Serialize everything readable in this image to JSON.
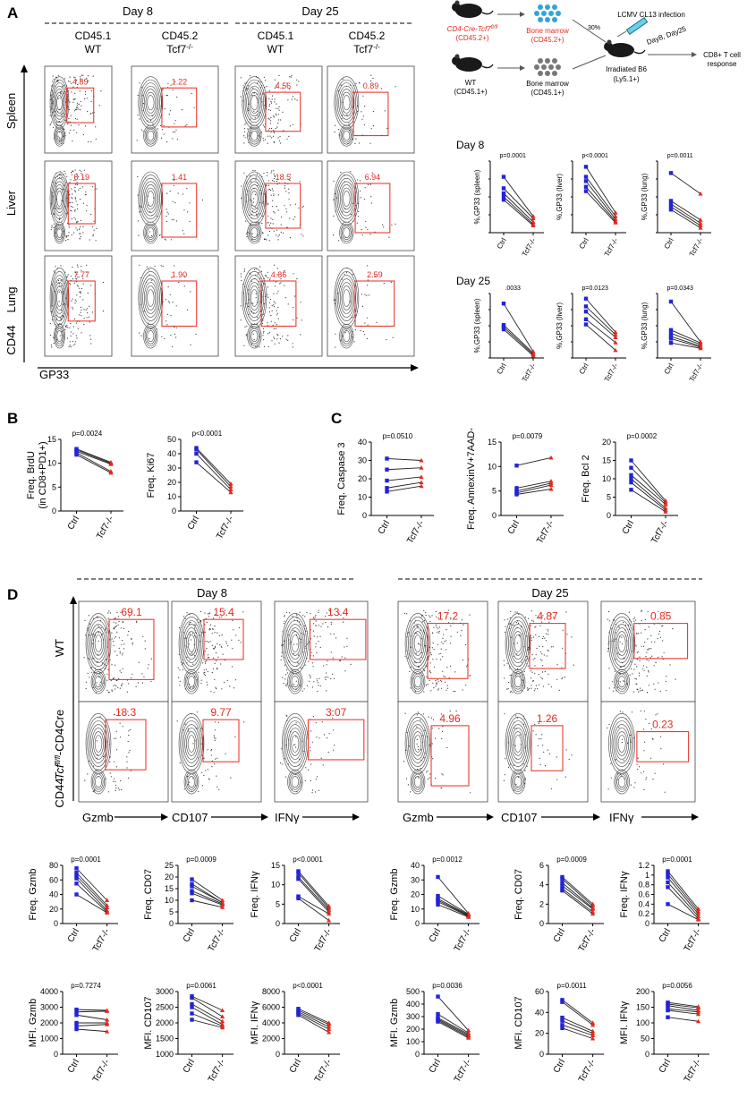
{
  "colors": {
    "ctrl": "#2323d6",
    "ko": "#e8291f",
    "gate": "#e8291f"
  },
  "panel_a": {
    "letter": "A",
    "days": [
      "Day 8",
      "Day 25"
    ],
    "columns": [
      {
        "top": "CD45.1",
        "bottom": "WT"
      },
      {
        "top": "CD45.2",
        "bottom": "Tcf7-/-"
      },
      {
        "top": "CD45.1",
        "bottom": "WT"
      },
      {
        "top": "CD45.2",
        "bottom": "Tcf7-/-"
      }
    ],
    "rows": [
      "Spleen",
      "Liver",
      "Lung"
    ],
    "y_axis": "CD44",
    "x_axis": "GP33",
    "gate_percents": [
      [
        "4.89",
        "1.22",
        "4.56",
        "0.89"
      ],
      [
        "8.19",
        "1.41",
        "18.5",
        "6.94"
      ],
      [
        "7.77",
        "1.90",
        "4.86",
        "2.59"
      ]
    ],
    "schematic": {
      "donor_ko": "CD4-Cre-Tcf7fl/fl",
      "donor_ko_sub": "(CD45.2+)",
      "donor_wt": "WT",
      "donor_wt_sub": "(CD45.1+)",
      "bm_ko": "Bone marrow",
      "bm_ko_sub": "(CD45.2+)",
      "bm_wt": "Bone marrow",
      "bm_wt_sub": "(CD45.1+)",
      "ratio": "30%",
      "recipient": "Irradiated B6",
      "recipient_sub": "(Ly5.1+)",
      "infection": "LCMV CL13 infection",
      "timepoints": "Day8, Day25",
      "readout_1": "CD8+ T cell",
      "readout_2": "response"
    },
    "day8_label": "Day 8",
    "day25_label": "Day 25"
  },
  "panel_b": {
    "letter": "B"
  },
  "panel_c": {
    "letter": "C"
  },
  "panel_d": {
    "letter": "D",
    "days": [
      "Day 8",
      "Day 25"
    ],
    "rows": [
      "WT",
      "Tcffl/fl-CD4Cre"
    ],
    "y_axis": "CD44",
    "x_axes": [
      "Gzmb",
      "CD107",
      "IFNγ",
      "Gzmb",
      "CD107",
      "IFNγ"
    ],
    "gate_percents": [
      [
        "69.1",
        "15.4",
        "13.4",
        "17.2",
        "4.87",
        "0.85"
      ],
      [
        "18.3",
        "9.77",
        "3.07",
        "4.96",
        "1.26",
        "0.23"
      ]
    ]
  },
  "chart_data": [
    {
      "id": "a-d8-spleen",
      "type": "paired-line",
      "ylabel": "%,GP33 (spleen)",
      "p": "p=0.0001",
      "categories": [
        "Ctrl",
        "Tcf7-/-"
      ],
      "ylim": [
        0,
        10
      ],
      "yticks": [],
      "ctrl": [
        7.8,
        6.2,
        5.5,
        5.0,
        4.6
      ],
      "ko": [
        2.3,
        2.0,
        1.5,
        1.2,
        1.0
      ]
    },
    {
      "id": "a-d8-liver",
      "type": "paired-line",
      "ylabel": "%,GP33 (liver)",
      "p": "p<0.0001",
      "categories": [
        "Ctrl",
        "Tcf7-/-"
      ],
      "ylim": [
        0,
        10
      ],
      "yticks": [],
      "ctrl": [
        9.2,
        7.8,
        7.2,
        6.4,
        5.8
      ],
      "ko": [
        2.8,
        2.3,
        1.9,
        1.6,
        1.4
      ]
    },
    {
      "id": "a-d8-lung",
      "type": "paired-line",
      "ylabel": "%,GP33 (lung)",
      "p": "p=0.0011",
      "categories": [
        "Ctrl",
        "Tcf7-/-"
      ],
      "ylim": [
        0,
        18
      ],
      "yticks": [],
      "ctrl": [
        15.0,
        8.0,
        7.2,
        6.5,
        5.8
      ],
      "ko": [
        9.8,
        3.2,
        2.4,
        1.8,
        1.2
      ]
    },
    {
      "id": "a-d25-spleen",
      "type": "paired-line",
      "ylabel": "%,GP33 (spleen)",
      "p": ".0033",
      "categories": [
        "Ctrl",
        "Tcf7-/-"
      ],
      "ylim": [
        0,
        9
      ],
      "yticks": [],
      "ctrl": [
        7.6,
        4.6,
        4.3,
        4.0
      ],
      "ko": [
        0.9,
        0.7,
        0.5,
        0.3
      ]
    },
    {
      "id": "a-d25-liver",
      "type": "paired-line",
      "ylabel": "%,GP33 (liver)",
      "p": "p=0.0123",
      "categories": [
        "Ctrl",
        "Tcf7-/-"
      ],
      "ylim": [
        0,
        25
      ],
      "yticks": [],
      "ctrl": [
        23,
        20,
        18,
        15,
        13
      ],
      "ko": [
        10,
        9,
        8,
        6,
        3
      ]
    },
    {
      "id": "a-d25-lung",
      "type": "paired-line",
      "ylabel": "%,GP33 (lung)",
      "p": "p=0.0343",
      "categories": [
        "Ctrl",
        "Tcf7-/-"
      ],
      "ylim": [
        0,
        12
      ],
      "yticks": [],
      "ctrl": [
        10.5,
        5.2,
        4.6,
        4.0,
        3.6,
        2.8
      ],
      "ko": [
        3.0,
        2.8,
        2.5,
        2.2,
        2.0,
        1.8
      ]
    },
    {
      "id": "b-brdu",
      "type": "paired-line",
      "ylabel": "Freq. BrdU",
      "ylabel2": "(in CD8+PD1+)",
      "p": "p=0.0024",
      "categories": [
        "Ctrl",
        "Tcf7-/-"
      ],
      "ylim": [
        0,
        15
      ],
      "yticks": [
        0,
        5,
        10,
        15
      ],
      "ctrl": [
        13,
        12.8,
        12.5,
        12.2,
        11.8
      ],
      "ko": [
        10.2,
        10.0,
        9.8,
        8.3,
        8.0
      ]
    },
    {
      "id": "b-ki67",
      "type": "paired-line",
      "ylabel": "Freq. Ki67",
      "p": "p<0.0001",
      "categories": [
        "Ctrl",
        "Tcf7-/-"
      ],
      "ylim": [
        0,
        50
      ],
      "yticks": [
        0,
        10,
        20,
        30,
        40,
        50
      ],
      "ctrl": [
        44,
        43,
        40,
        34
      ],
      "ko": [
        19,
        17,
        15,
        13
      ]
    },
    {
      "id": "c-casp3",
      "type": "paired-line",
      "ylabel": "Freq. Caspase 3",
      "p": "p=0.0510",
      "categories": [
        "Ctrl",
        "Tcf7-/-"
      ],
      "ylim": [
        0,
        40
      ],
      "yticks": [
        0,
        10,
        20,
        30,
        40
      ],
      "ctrl": [
        31,
        25,
        19,
        15,
        13
      ],
      "ko": [
        30,
        26,
        21,
        18,
        16
      ]
    },
    {
      "id": "c-annexin",
      "type": "paired-line",
      "ylabel": "Freq. AnnexinV+7AAD-",
      "p": "p=0.0079",
      "categories": [
        "Ctrl",
        "Tcf7-/-"
      ],
      "ylim": [
        0,
        15
      ],
      "yticks": [
        0,
        5,
        10,
        15
      ],
      "ctrl": [
        10.2,
        5.6,
        5.0,
        4.6,
        4.3
      ],
      "ko": [
        11.8,
        7.0,
        6.6,
        6.2,
        5.4
      ]
    },
    {
      "id": "c-bcl2",
      "type": "paired-line",
      "ylabel": "Freq. Bcl 2",
      "p": "p=0.0002",
      "categories": [
        "Ctrl",
        "Tcf7-/-"
      ],
      "ylim": [
        0,
        20
      ],
      "yticks": [
        0,
        5,
        10,
        15,
        20
      ],
      "ctrl": [
        15,
        13,
        11,
        10,
        9,
        7
      ],
      "ko": [
        4,
        3.5,
        3,
        2,
        1.5,
        1
      ]
    },
    {
      "id": "d-d8-fgzmb",
      "type": "paired-line",
      "ylabel": "Freq. Gzmb",
      "p": "p=0.0001",
      "categories": [
        "Ctrl",
        "Tcf7-/-"
      ],
      "ylim": [
        0,
        80
      ],
      "yticks": [
        0,
        20,
        40,
        60,
        80
      ],
      "ctrl": [
        76,
        70,
        66,
        62,
        55,
        40
      ],
      "ko": [
        32,
        25,
        22,
        18,
        16,
        15
      ]
    },
    {
      "id": "d-d8-fcd07",
      "type": "paired-line",
      "ylabel": "Freq. CD07",
      "p": "p=0.0009",
      "categories": [
        "Ctrl",
        "Tcf7-/-"
      ],
      "ylim": [
        0,
        25
      ],
      "yticks": [
        0,
        5,
        10,
        15,
        20,
        25
      ],
      "ctrl": [
        19,
        17,
        16,
        14,
        13,
        10
      ],
      "ko": [
        10,
        9,
        9,
        8.5,
        8,
        7
      ]
    },
    {
      "id": "d-d8-fifng",
      "type": "paired-line",
      "ylabel": "Freq. IFNγ",
      "p": "p<0.0001",
      "categories": [
        "Ctrl",
        "Tcf7-/-"
      ],
      "ylim": [
        0,
        15
      ],
      "yticks": [
        0,
        5,
        10,
        15
      ],
      "ctrl": [
        13.5,
        13,
        12,
        11.5,
        7,
        6.5
      ],
      "ko": [
        4.5,
        4,
        3.5,
        3,
        2.5,
        0.8
      ]
    },
    {
      "id": "d-d25-fgzmb",
      "type": "paired-line",
      "ylabel": "Freq. Gzmb",
      "p": "p=0.0012",
      "categories": [
        "Ctrl",
        "Tcf7-/-"
      ],
      "ylim": [
        0,
        40
      ],
      "yticks": [
        0,
        10,
        20,
        30,
        40
      ],
      "ctrl": [
        32,
        19,
        17,
        16,
        15,
        13
      ],
      "ko": [
        7,
        6.5,
        6,
        5.5,
        5,
        4.5
      ]
    },
    {
      "id": "d-d25-fcd07",
      "type": "paired-line",
      "ylabel": "Freq. CD07",
      "p": "p=0.0009",
      "categories": [
        "Ctrl",
        "Tcf7-/-"
      ],
      "ylim": [
        0,
        6
      ],
      "yticks": [
        0,
        2,
        4,
        6
      ],
      "ctrl": [
        4.8,
        4.6,
        4.2,
        3.9,
        3.6,
        3.4
      ],
      "ko": [
        2.0,
        1.8,
        1.6,
        1.5,
        1.2,
        1.0
      ]
    },
    {
      "id": "d-d25-fifng",
      "type": "paired-line",
      "ylabel": "Freq. IFNγ",
      "p": "p=0.0001",
      "categories": [
        "Ctrl",
        "Tcf7-/-"
      ],
      "ylim": [
        0,
        1.2
      ],
      "yticks": [
        0,
        0.2,
        0.4,
        0.6,
        0.8,
        1.0,
        1.2
      ],
      "ctrl": [
        1.08,
        1.02,
        0.95,
        0.85,
        0.75,
        0.4
      ],
      "ko": [
        0.3,
        0.25,
        0.2,
        0.15,
        0.1,
        0.08
      ]
    },
    {
      "id": "d-d8-mgzmb",
      "type": "paired-line",
      "ylabel": "MFI. Gzmb",
      "p": "p=0.7274",
      "categories": [
        "Ctrl",
        "Tcf7-/-"
      ],
      "ylim": [
        0,
        4000
      ],
      "yticks": [
        0,
        1000,
        2000,
        3000,
        4000
      ],
      "ctrl": [
        2850,
        2700,
        2500,
        2000,
        1800,
        1600
      ],
      "ko": [
        2800,
        2750,
        2200,
        2000,
        1900,
        1450
      ]
    },
    {
      "id": "d-d8-mcd107",
      "type": "paired-line",
      "ylabel": "MFI. CD107",
      "p": "p=0.0061",
      "categories": [
        "Ctrl",
        "Tcf7-/-"
      ],
      "ylim": [
        1000,
        3000
      ],
      "yticks": [
        1000,
        1500,
        2000,
        2500,
        3000
      ],
      "ctrl": [
        2850,
        2800,
        2600,
        2500,
        2300,
        2100
      ],
      "ko": [
        2400,
        2200,
        2050,
        1950,
        1900,
        1850
      ],
      "axis_numbers": [
        "3000",
        "2500",
        "2000",
        "1500",
        "1000"
      ]
    },
    {
      "id": "d-d8-mifng",
      "type": "paired-line",
      "ylabel": "MFI. IFNγ",
      "p": "p<0.0001",
      "categories": [
        "Ctrl",
        "Tcf7-/-"
      ],
      "ylim": [
        0,
        8000
      ],
      "yticks": [
        0,
        2000,
        4000,
        6000,
        8000
      ],
      "ctrl": [
        5800,
        5600,
        5400,
        5200,
        5000
      ],
      "ko": [
        4000,
        3800,
        3500,
        3200,
        2800
      ]
    },
    {
      "id": "d-d25-mgzmb",
      "type": "paired-line",
      "ylabel": "MFI. Gzmb",
      "p": "p=0.0036",
      "categories": [
        "Ctrl",
        "Tcf7-/-"
      ],
      "ylim": [
        0,
        500
      ],
      "yticks": [
        0,
        100,
        200,
        300,
        400,
        500
      ],
      "ctrl": [
        460,
        320,
        290,
        280,
        270,
        260
      ],
      "ko": [
        190,
        170,
        160,
        150,
        140,
        130
      ],
      "axis_numbers": [
        "500",
        "400",
        "300",
        "200",
        "100",
        "0"
      ]
    },
    {
      "id": "d-d25-mcd107",
      "type": "paired-line",
      "ylabel": "MFI. CD107",
      "p": "p=0.0011",
      "categories": [
        "Ctrl",
        "Tcf7-/-"
      ],
      "ylim": [
        0,
        60
      ],
      "yticks": [
        0,
        20,
        40,
        60
      ],
      "ctrl": [
        52,
        50,
        35,
        32,
        28,
        25
      ],
      "ko": [
        30,
        28,
        22,
        20,
        18,
        15
      ]
    },
    {
      "id": "d-d25-mifng",
      "type": "paired-line",
      "ylabel": "MFI. IFNγ",
      "p": "p=0.0056",
      "categories": [
        "Ctrl",
        "Tcf7-/-"
      ],
      "ylim": [
        0,
        200
      ],
      "yticks": [
        0,
        50,
        100,
        150,
        200
      ],
      "ctrl": [
        165,
        160,
        155,
        145,
        140,
        118
      ],
      "ko": [
        152,
        148,
        140,
        135,
        128,
        105
      ]
    }
  ]
}
